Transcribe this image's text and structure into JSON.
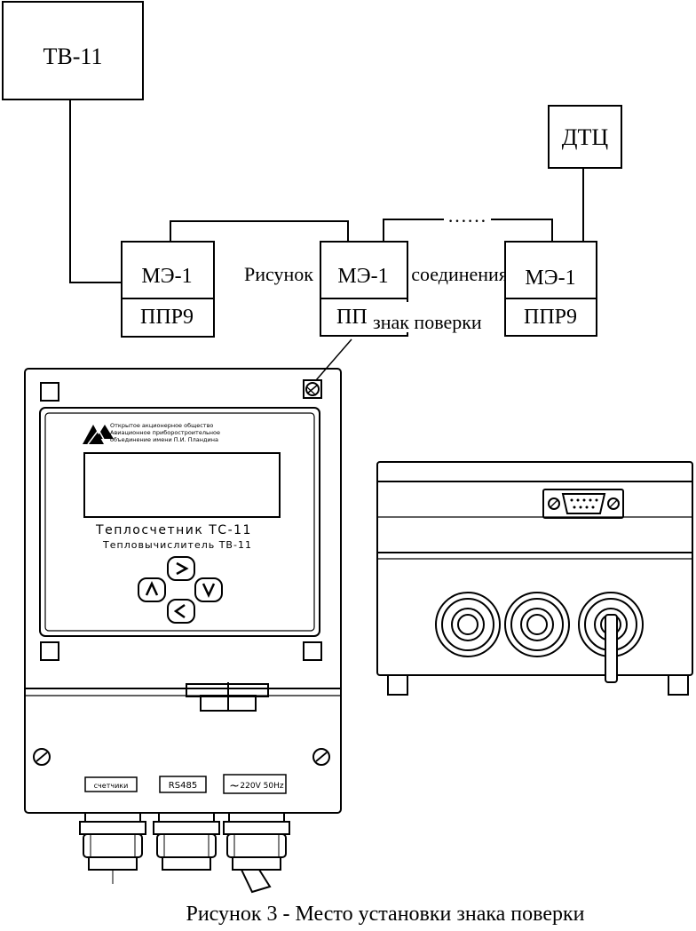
{
  "top_diagram": {
    "tv11_label": "ТВ-11",
    "dtc_label": "ДТЦ",
    "modules": [
      {
        "me_label": "МЭ-1",
        "ppr_label": "ППР9"
      },
      {
        "me_label": "МЭ-1",
        "ppr_label": "ППР9"
      },
      {
        "me_label": "МЭ-1",
        "ppr_label": "ППР9"
      }
    ],
    "overlapped_caption_left": "Рисунок",
    "overlapped_caption_right": "а соединения",
    "chain_ellipsis": "……"
  },
  "mark_label": "знак поверки",
  "front_device": {
    "company_lines": [
      "Открытое акционерное общество",
      "Авиационное приборостроительное",
      "объединение имени П.И. Пландина"
    ],
    "title": "Теплосчетник  ТС-11",
    "subtitle": "Тепловычислитель  ТВ-11",
    "connector_labels": [
      "счетчики",
      "RS485",
      "220V 50Hz"
    ],
    "power_symbol": "~"
  },
  "caption": "Рисунок 3 - Место установки знака поверки"
}
